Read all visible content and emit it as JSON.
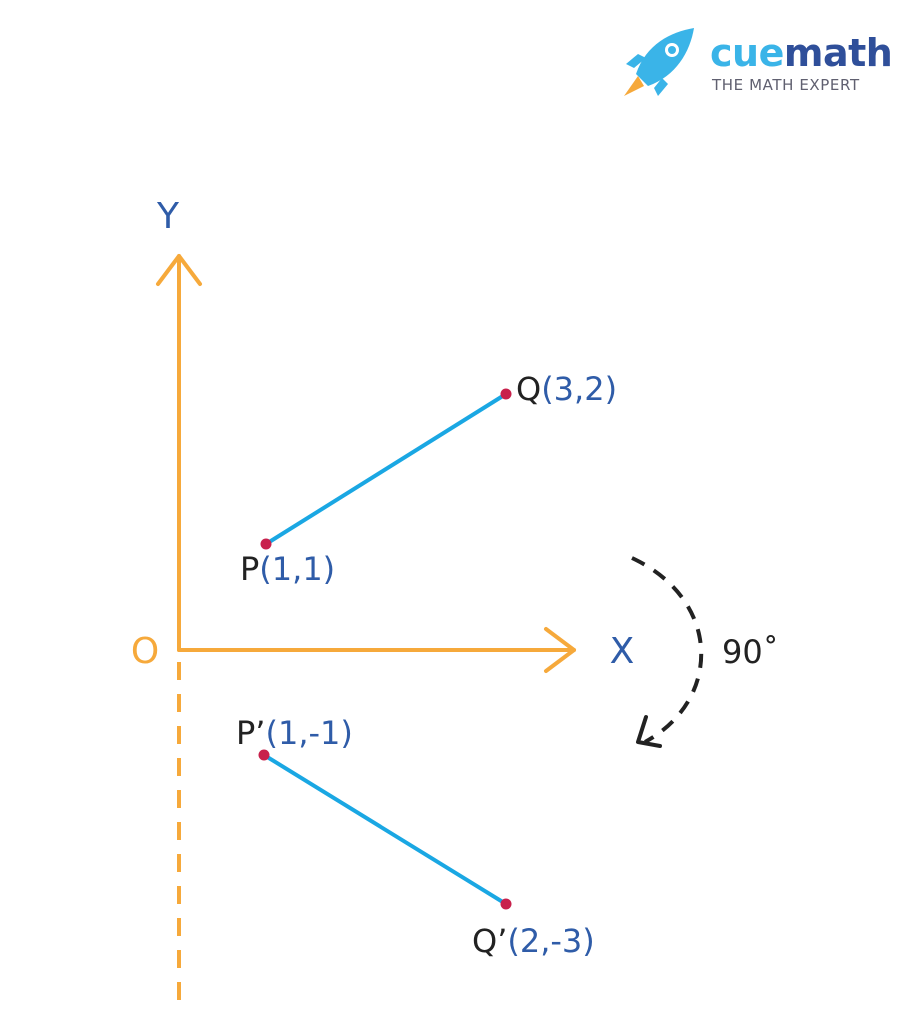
{
  "brand": {
    "name_part1": "cue",
    "name_part2": "math",
    "tagline": "THE MATH EXPERT",
    "logo_icon": "rocket-icon"
  },
  "axes": {
    "y_label": "Y",
    "x_label": "X",
    "origin_label": "O"
  },
  "points": {
    "P": {
      "name": "P",
      "coords": "(1,1)"
    },
    "Q": {
      "name": "Q",
      "coords": "(3,2)"
    },
    "P_prime": {
      "name": "P’",
      "coords": "(1,-1)"
    },
    "Q_prime": {
      "name": "Q’",
      "coords": "(2,-3)"
    }
  },
  "rotation": {
    "angle_label": "90˚",
    "direction": "clockwise"
  },
  "colors": {
    "axis": "#f6a93b",
    "segment": "#1aa7e3",
    "point": "#c8214c",
    "coord_text": "#2f5ca8",
    "name_text": "#222222",
    "arrow": "#222222"
  }
}
